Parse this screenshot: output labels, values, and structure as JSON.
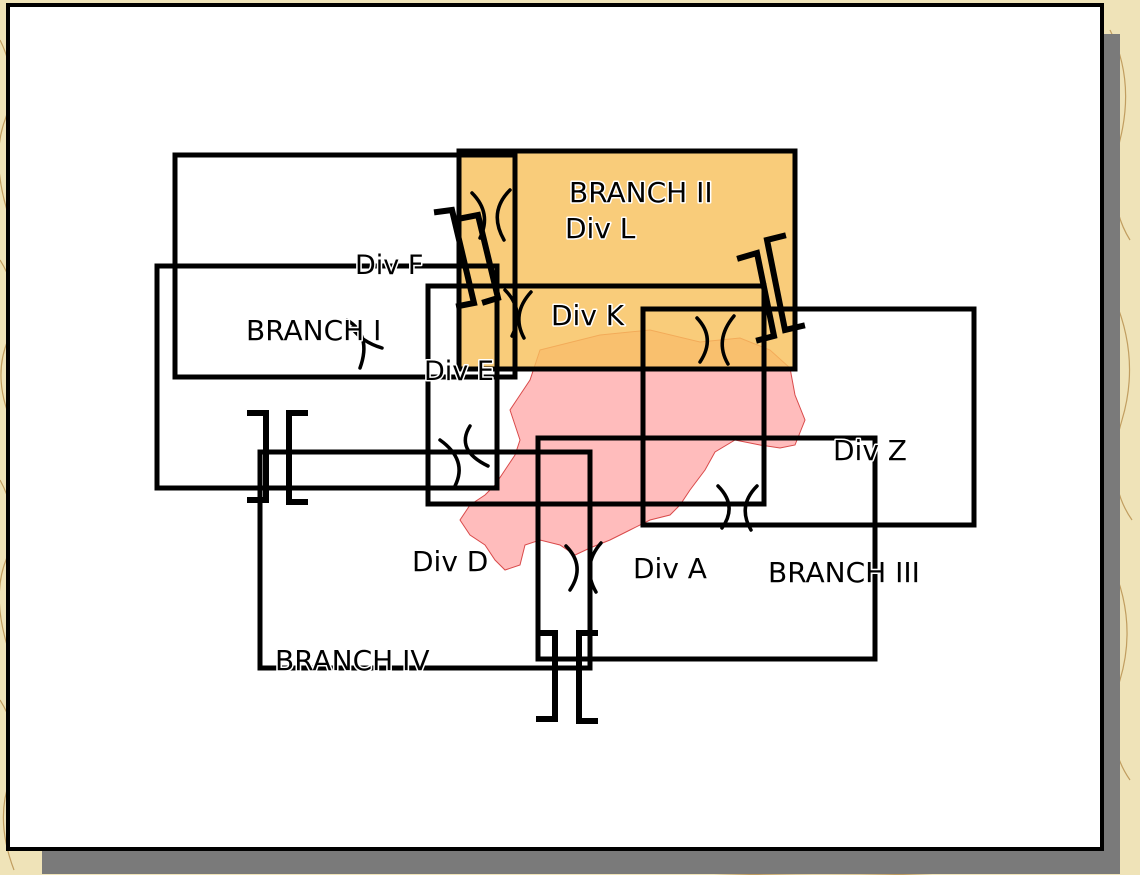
{
  "colors": {
    "branch_ii_fill": "#f8c15d",
    "fire_area_fill": "#ffbcbc",
    "fire_area_edge": "#d94a4a",
    "line": "#000000",
    "slide_bg": "#ffffff",
    "map_bg": "#efe3b8"
  },
  "icons": {
    "boundary_marker": "bracket-icon",
    "division_break": "parenthesis-pair-icon"
  },
  "labels": {
    "branch_i": "BRANCH I",
    "branch_ii": "BRANCH II",
    "branch_iii": "BRANCH III",
    "branch_iv": "BRANCH IV",
    "div_a": "Div A",
    "div_d": "Div D",
    "div_e": "Div E",
    "div_f": "Div F",
    "div_k": "Div K",
    "div_l": "Div L",
    "div_z": "Div Z"
  }
}
